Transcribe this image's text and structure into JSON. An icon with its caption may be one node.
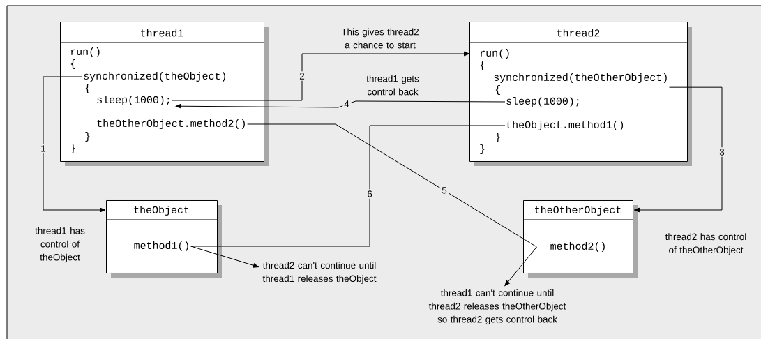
{
  "diagram": {
    "nodes": [
      {
        "text": [
          "thread1"
        ]
      },
      {
        "text": [
          "run()"
        ],
        "in": 0
      },
      {
        "text": [
          "{"
        ],
        "in": 0
      },
      {
        "text": [
          "synchronized(theObject)"
        ],
        "in": 0
      },
      {
        "text": [
          "{"
        ],
        "in": 0
      },
      {
        "text": [
          "sleep(1000);"
        ],
        "in": 0
      },
      {
        "text": [
          "theOtherObject.method2()"
        ],
        "in": 0
      },
      {
        "text": [
          "}"
        ],
        "in": 0
      },
      {
        "text": [
          "}"
        ],
        "in": 0
      },
      {
        "text": [
          "thread2"
        ]
      },
      {
        "text": [
          "run()"
        ],
        "in": 9
      },
      {
        "text": [
          "{"
        ],
        "in": 9
      },
      {
        "text": [
          "synchronized(theOtherObject)"
        ],
        "in": 9
      },
      {
        "text": [
          "{"
        ],
        "in": 9
      },
      {
        "text": [
          "sleep(1000);"
        ],
        "in": 9
      },
      {
        "text": [
          "theObject.method1()"
        ],
        "in": 9
      },
      {
        "text": [
          "}"
        ],
        "in": 9
      },
      {
        "text": [
          "}"
        ],
        "in": 9
      },
      {
        "text": [
          "theObject"
        ],
        "beside": [
          "thread1 has control of theObject"
        ]
      },
      {
        "text": [
          "method1()"
        ],
        "in": 18
      },
      {
        "text": [
          "theOtherObject"
        ],
        "beside": [
          "thread2 has control of theOtherObject"
        ]
      },
      {
        "text": [
          "method2()"
        ],
        "in": 20
      },
      {
        "text": [
          "thread2 can't continue until thread1 releases theObject"
        ]
      },
      {
        "text": [
          "thread1 can't continue until thread2 releases theOtherObject so thread2 gets control back"
        ]
      }
    ],
    "edges": [
      {
        "from": 3,
        "to": 18,
        "arrow": "to",
        "label": "1"
      },
      {
        "from": 5,
        "to": 10,
        "arrow": "to",
        "label": "2"
      },
      {
        "from": 12,
        "to": 20,
        "arrow": "to",
        "label": "3"
      },
      {
        "from": 14,
        "to": 5,
        "arrow": "to",
        "label": "4"
      },
      {
        "from": 6,
        "to": 21,
        "arrow": "none",
        "label": "5"
      },
      {
        "from": 21,
        "to": 23,
        "arrow": "to"
      },
      {
        "from": 15,
        "to": 19,
        "arrow": "none",
        "label": "6"
      },
      {
        "from": 19,
        "to": 22,
        "arrow": "to"
      }
    ],
    "labels": [
      "This gives thread2 a chance to start",
      "thread1 gets control back"
    ]
  }
}
